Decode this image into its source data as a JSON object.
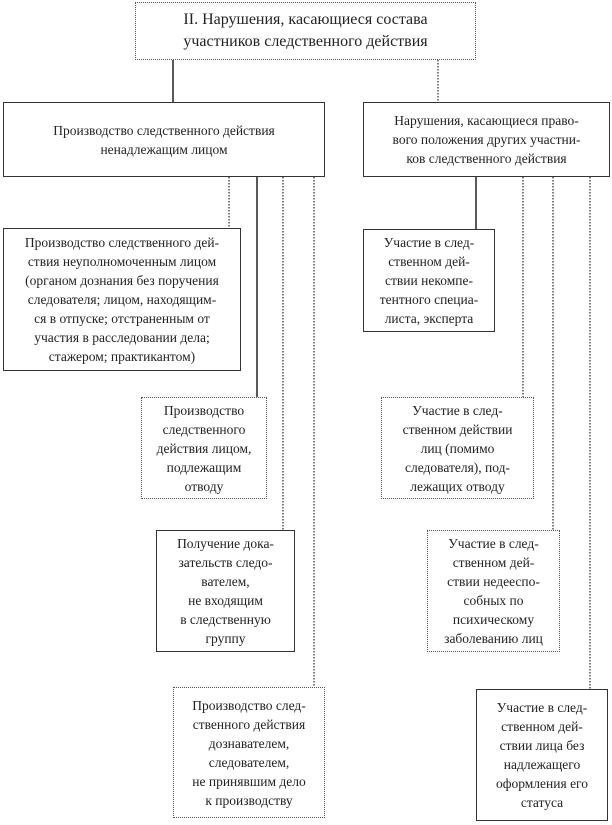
{
  "root": {
    "label": "II. Нарушения, касающиеся состава\nучастников следственного действия"
  },
  "left": {
    "label": "Производство следственного действия\nненадлежащим лицом",
    "items": [
      {
        "label": "Производство следственного дей-\nствия неуполномоченным лицом\n(органом дознания без поручения\nследователя; лицом, находящим-\nся в отпуске; отстраненным от\nучастия в расследовании дела;\nстажером; практикантом)"
      },
      {
        "label": "Производство\nследственного\nдействия лицом,\nподлежащим\nотводу"
      },
      {
        "label": "Получение дока-\nзательств следо-\nвателем,\nне входящим\nв следственную\nгруппу"
      },
      {
        "label": "Производство след-\nственного действия\nдознавателем,\nследователем,\nне принявшим дело\nк производству"
      }
    ]
  },
  "right": {
    "label": "Нарушения, касающиеся право-\nвого положения других участни-\nков следственного действия",
    "items": [
      {
        "label": "Участие в след-\nственном дей-\nствии некомпе-\nтентного специа-\nлиста, эксперта"
      },
      {
        "label": "Участие в след-\nственном действии\nлиц (помимо\nследователя), под-\nлежащих отводу"
      },
      {
        "label": "Участие в след-\nственном дей-\nствии недееспо-\nсобных по\nпсихическому\nзаболеванию лиц"
      },
      {
        "label": "Участие в след-\nственном дей-\nствии лица без\nнадлежащего\nоформления его\nстатуса"
      }
    ]
  }
}
